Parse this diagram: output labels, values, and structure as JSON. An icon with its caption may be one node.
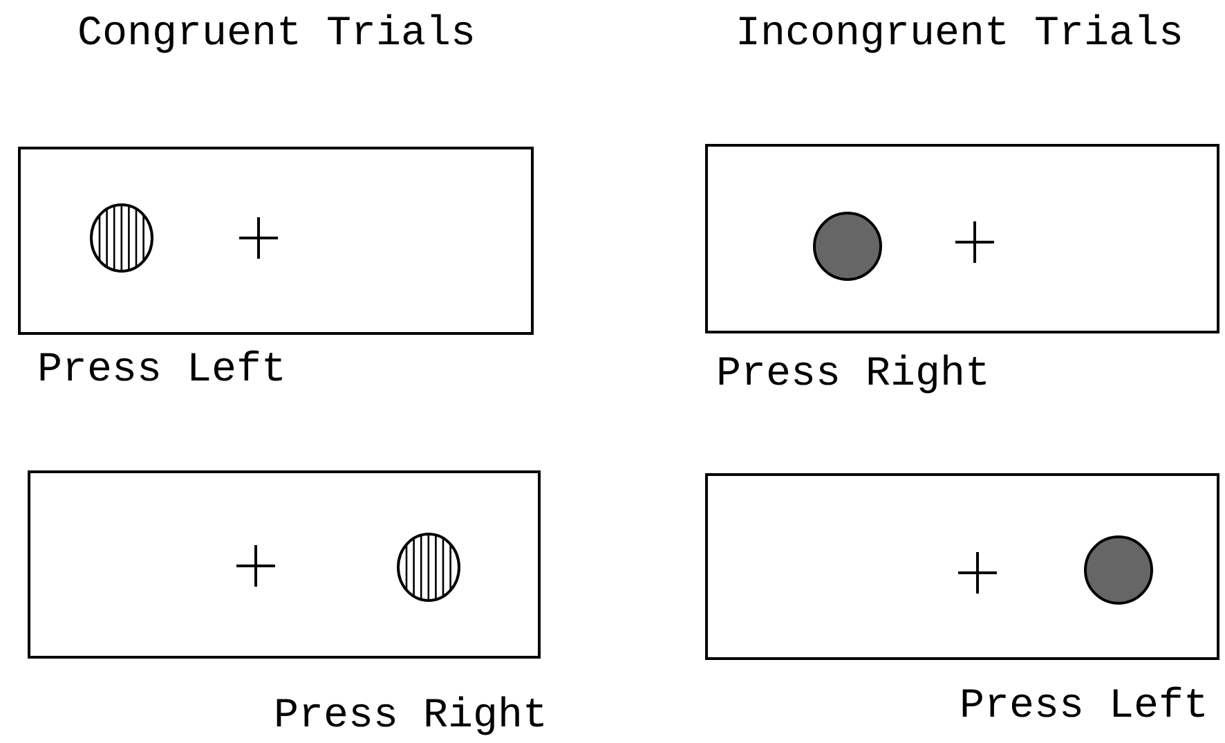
{
  "diagram": {
    "nodes": [
      {
        "text": [],
        "shape": "box",
        "beside": [
          "Press Left"
        ]
      },
      {
        "text": [],
        "shape": "box",
        "beside": [
          "Press Right"
        ]
      },
      {
        "text": [],
        "shape": "box",
        "beside": [
          "Press Right"
        ]
      },
      {
        "text": [],
        "shape": "box",
        "beside": [
          "Press Left"
        ]
      }
    ],
    "labels": [
      "Congruent Trials",
      "Incongruent Trials"
    ]
  }
}
